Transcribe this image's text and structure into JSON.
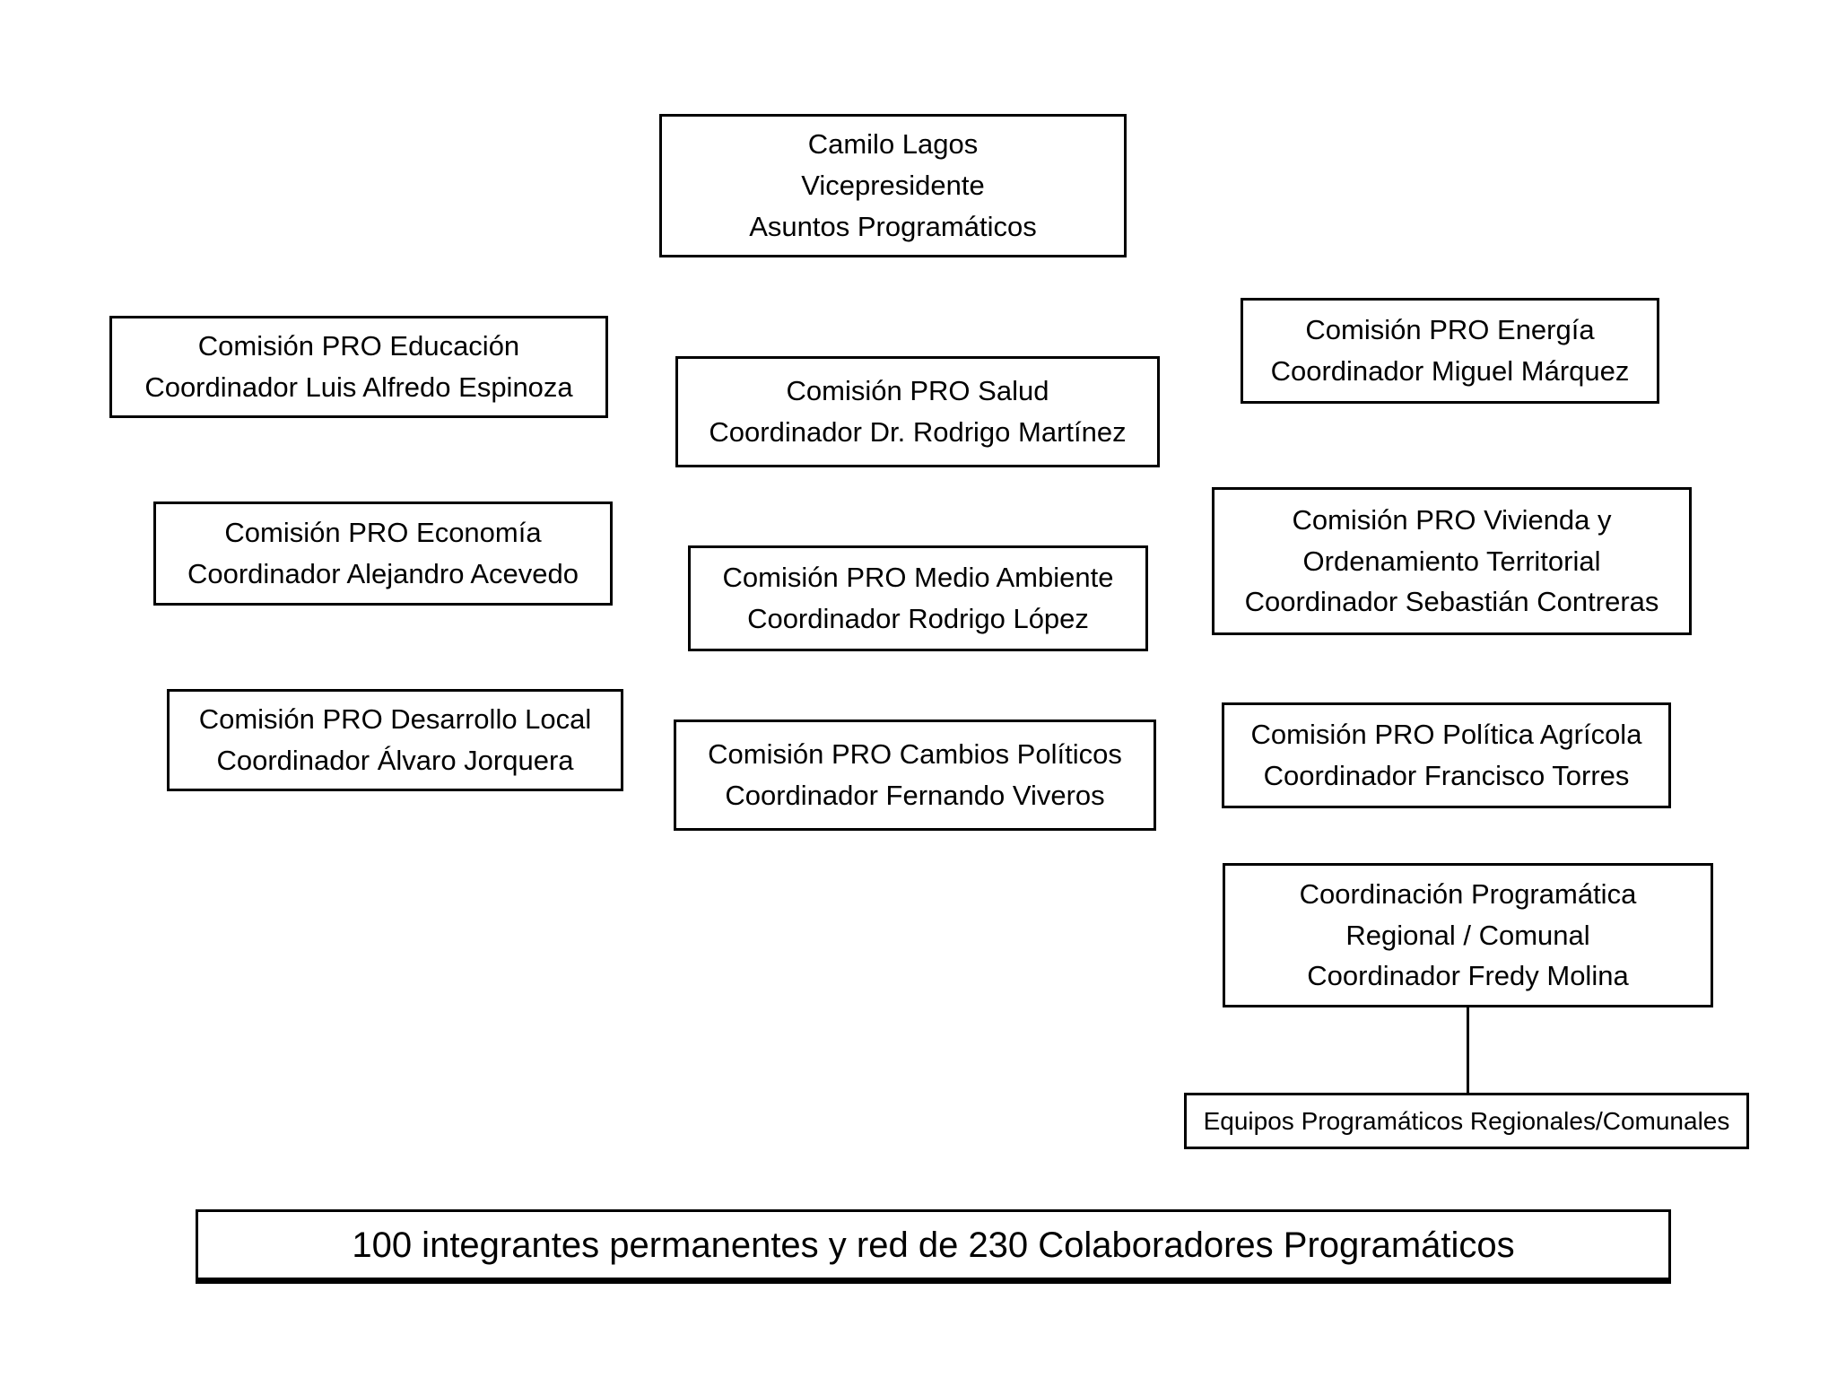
{
  "colors": {
    "background": "#ffffff",
    "box_border": "#000000",
    "text": "#000000",
    "connector": "#000000"
  },
  "boxes": [
    {
      "id": "vicepresidente",
      "lines": [
        "Camilo Lagos",
        "Vicepresidente",
        "Asuntos Programáticos"
      ]
    },
    {
      "id": "educacion",
      "lines": [
        "Comisión PRO Educación",
        "Coordinador Luis Alfredo Espinoza"
      ]
    },
    {
      "id": "salud",
      "lines": [
        "Comisión PRO Salud",
        "Coordinador Dr. Rodrigo Martínez"
      ]
    },
    {
      "id": "energia",
      "lines": [
        "Comisión PRO Energía",
        "Coordinador Miguel Márquez"
      ]
    },
    {
      "id": "economia",
      "lines": [
        "Comisión PRO Economía",
        "Coordinador Alejandro Acevedo"
      ]
    },
    {
      "id": "medio_ambiente",
      "lines": [
        "Comisión PRO Medio Ambiente",
        "Coordinador Rodrigo López"
      ]
    },
    {
      "id": "vivienda",
      "lines": [
        "Comisión PRO Vivienda y",
        "Ordenamiento Territorial",
        "Coordinador Sebastián Contreras"
      ]
    },
    {
      "id": "desarrollo_local",
      "lines": [
        "Comisión PRO Desarrollo Local",
        "Coordinador Álvaro Jorquera"
      ]
    },
    {
      "id": "cambios_politicos",
      "lines": [
        "Comisión PRO Cambios Políticos",
        "Coordinador Fernando Viveros"
      ]
    },
    {
      "id": "politica_agricola",
      "lines": [
        "Comisión PRO Política Agrícola",
        "Coordinador Francisco Torres"
      ]
    },
    {
      "id": "coordinacion_programatica",
      "lines": [
        "Coordinación Programática",
        "Regional / Comunal",
        "Coordinador Fredy Molina"
      ]
    },
    {
      "id": "equipos",
      "lines": [
        "Equipos Programáticos Regionales/Comunales"
      ]
    },
    {
      "id": "footer",
      "lines": [
        "100 integrantes permanentes y red de 230 Colaboradores Programáticos"
      ]
    }
  ]
}
